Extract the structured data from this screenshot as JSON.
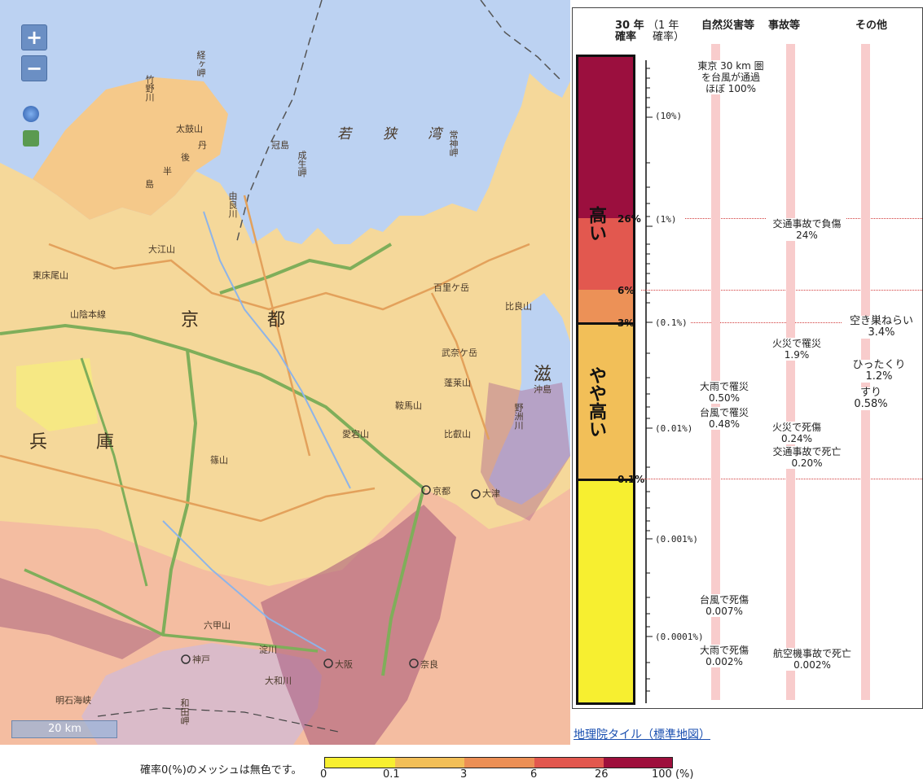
{
  "map": {
    "zoom_in_label": "+",
    "zoom_out_label": "−",
    "labels": {
      "kyo": "京",
      "to": "都",
      "hyo": "兵",
      "ko": "庫",
      "shiga": "滋",
      "wakasa1": "若",
      "wakasa2": "狭",
      "wakasa3": "湾",
      "sanin_line": "山陰本線",
      "higashi_tokoroyama": "東床尾山",
      "oeyama": "大江山",
      "taikozan": "太鼓山",
      "tango1": "丹",
      "tango2": "後",
      "tango3": "半",
      "tango4": "島",
      "takeno": "竹野川",
      "kyogamisaki": "経ヶ岬",
      "kanmurijima": "冠島",
      "naruo": "成生岬",
      "yura": "由良川",
      "tsunekami": "常神岬",
      "hyakurigatake": "百里ケ岳",
      "hirasan": "比良山",
      "bukegatake": "武奈ケ岳",
      "horaisan": "蓬莱山",
      "kuramayama": "鞍馬山",
      "atagoyama": "愛宕山",
      "hieizan": "比叡山",
      "okinoshima": "沖島",
      "yasu": "野洲川",
      "kyoto_city": "京都",
      "otsu_city": "大津",
      "kobe_city": "神戸",
      "osaka_city": "大阪",
      "nara_city": "奈良",
      "rokko": "六甲山",
      "yodo": "淀川",
      "yamato": "大和川",
      "akashi": "明石海峡",
      "wada": "和田岬",
      "tamba": "篠山"
    },
    "scale_label": "20 km",
    "attribution": "地理院タイル（標準地図）"
  },
  "panel": {
    "header_30yr": "30 年",
    "header_30yr2": "確率",
    "header_1yr": "（1 年",
    "header_1yr2": "確率）",
    "col_natural": "自然災害等",
    "col_accident": "事故等",
    "col_other": "その他",
    "band_high": "高い",
    "band_mid": "やや高い",
    "pct_26": "26%",
    "pct_6": "6%",
    "pct_3": "3%",
    "pct_01": "0.1%",
    "p_10": "(10%)",
    "p_1": "(1%)",
    "p_01": "(0.1%)",
    "p_001": "(0.01%)",
    "p_0001": "(0.001%)",
    "p_00001": "(0.0001%)",
    "nat_typhoon_tokyo": "東京 30 km 圏\nを台風が通過\nほぼ 100%",
    "nat_heavyrain": "大雨で罹災\n0.50%",
    "nat_typhoon_damage": "台風で罹災\n0.48%",
    "nat_typhoon_death": "台風で死傷\n0.007%",
    "nat_heavyrain_death": "大雨で死傷\n0.002%",
    "acc_traffic_injury": "交通事故で負傷\n24%",
    "acc_fire_damage": "火災で罹災\n1.9%",
    "acc_fire_death": "火災で死傷\n0.24%",
    "acc_traffic_death": "交通事故で死亡\n0.20%",
    "acc_plane": "航空機事故で死亡\n0.002%",
    "oth_burglary": "空き巣ねらい\n3.4%",
    "oth_snatch": "ひったくり\n1.2%",
    "oth_pickpocket": "すり\n0.58%"
  },
  "legend": {
    "caption": "確率0(%)のメッシュは無色です。",
    "ticks": [
      "0",
      "0.1",
      "3",
      "6",
      "26",
      "100 (%)"
    ],
    "colors": [
      "#f7ef30",
      "#f2bf58",
      "#ec8f55",
      "#e2574e",
      "#9e0f3c"
    ]
  }
}
